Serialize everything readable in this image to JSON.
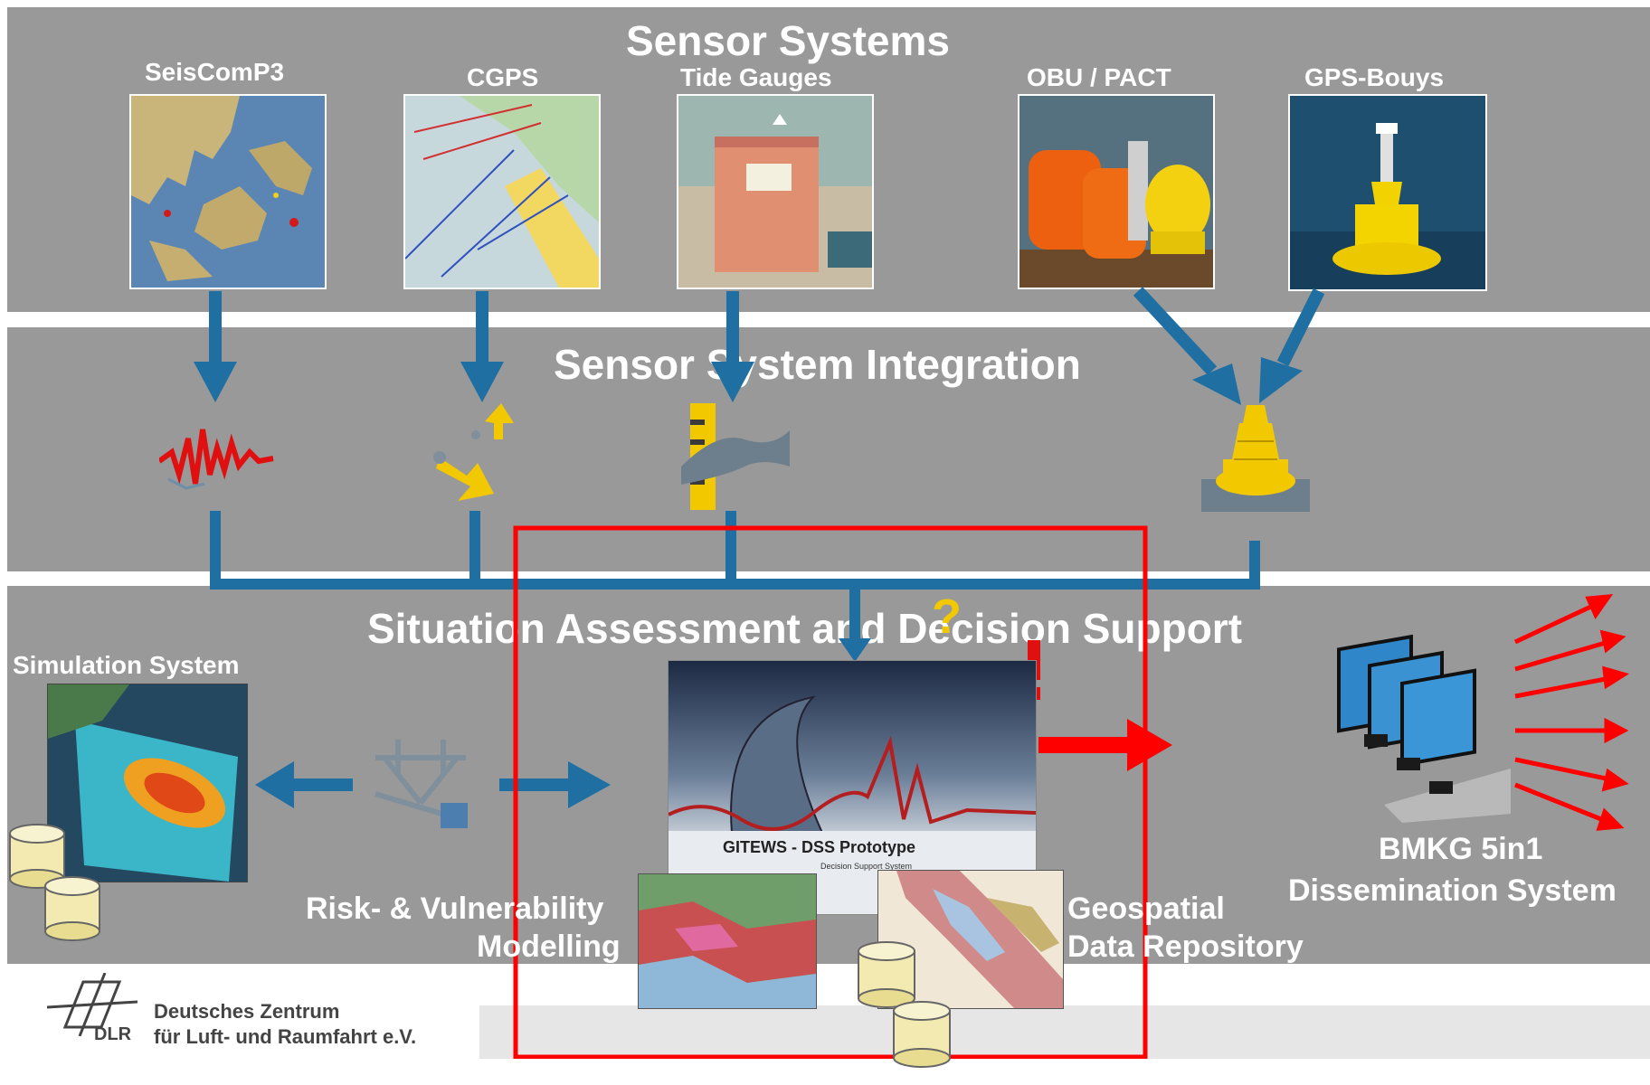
{
  "sections": {
    "sensor_systems": "Sensor Systems",
    "integration": "Sensor System Integration",
    "assessment": "Situation Assessment and Decision Support"
  },
  "sensors": [
    {
      "label": "SeisComP3"
    },
    {
      "label": "CGPS"
    },
    {
      "label": "Tide Gauges"
    },
    {
      "label": "OBU / PACT"
    },
    {
      "label": "GPS-Bouys"
    }
  ],
  "simulation_label": "Simulation System",
  "risk_label_1": "Risk- & Vulnerability",
  "risk_label_2": "Modelling",
  "geo_label_1": "Geospatial",
  "geo_label_2": "Data Repository",
  "dss": {
    "title": "GITEWS - DSS Prototype",
    "subtitle": "Decision Support System"
  },
  "bmkg_1": "BMKG 5in1",
  "bmkg_2": "Dissemination System",
  "logo": {
    "abbr": "DLR",
    "line1": "Deutsches Zentrum",
    "line2": "für Luft- und Raumfahrt e.V."
  },
  "colors": {
    "band": "#999999",
    "arrow_blue": "#1f6fa3",
    "red": "#ff0000",
    "yellow": "#f4cf00"
  }
}
